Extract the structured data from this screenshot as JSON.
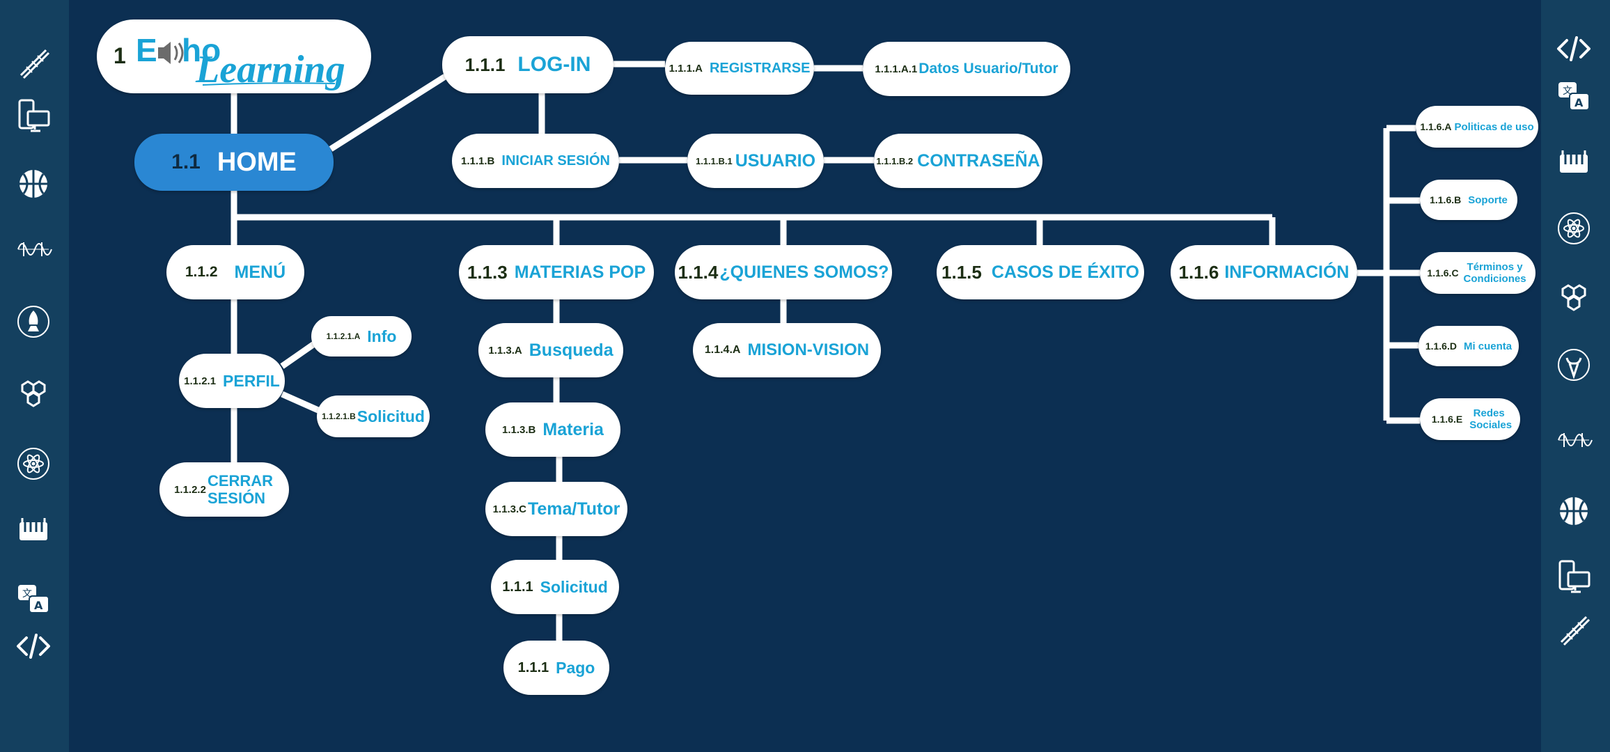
{
  "colors": {
    "background": "#0c2f52",
    "sidebar": "#14405f",
    "node_fill": "#ffffff",
    "node_label": "#1aa3d6",
    "node_code": "#1c2e14",
    "home_fill": "#2a87d3",
    "connector": "#ffffff"
  },
  "logo": {
    "number": "1",
    "text": "EchoLearning"
  },
  "nodes": {
    "home": {
      "code": "1.1",
      "label": "HOME"
    },
    "login": {
      "code": "1.1.1",
      "label": "LOG-IN"
    },
    "registrarse": {
      "code": "1.1.1.A",
      "label": "REGISTRARSE"
    },
    "datos": {
      "code": "1.1.1.A.1",
      "label": "Datos Usuario/Tutor"
    },
    "iniciar": {
      "code": "1.1.1.B",
      "label": "INICIAR SESIÓN"
    },
    "usuario": {
      "code": "1.1.1.B.1",
      "label": "USUARIO"
    },
    "contrasena": {
      "code": "1.1.1.B.2",
      "label": "CONTRASEÑA"
    },
    "menu": {
      "code": "1.1.2",
      "label": "MENÚ"
    },
    "perfil": {
      "code": "1.1.2.1",
      "label": "PERFIL"
    },
    "info": {
      "code": "1.1.2.1.A",
      "label": "Info"
    },
    "solicitud_perfil": {
      "code": "1.1.2.1.B",
      "label": "Solicitud"
    },
    "cerrar": {
      "code": "1.1.2.2",
      "label": "CERRAR SESIÓN"
    },
    "materias": {
      "code": "1.1.3",
      "label": "MATERIAS POP"
    },
    "busqueda": {
      "code": "1.1.3.A",
      "label": "Busqueda"
    },
    "materia": {
      "code": "1.1.3.B",
      "label": "Materia"
    },
    "tema": {
      "code": "1.1.3.C",
      "label": "Tema/Tutor"
    },
    "solicitud_mat": {
      "code": "1.1.1",
      "label": "Solicitud"
    },
    "pago": {
      "code": "1.1.1",
      "label": "Pago"
    },
    "quienes": {
      "code": "1.1.4",
      "label": "¿QUIENES SOMOS?"
    },
    "mision": {
      "code": "1.1.4.A",
      "label": "MISION-VISION"
    },
    "casos": {
      "code": "1.1.5",
      "label": "CASOS DE ÉXITO"
    },
    "informacion": {
      "code": "1.1.6",
      "label": "INFORMACIÓN"
    },
    "politicas": {
      "code": "1.1.6.A",
      "label": "Politicas de uso"
    },
    "soporte": {
      "code": "1.1.6.B",
      "label": "Soporte"
    },
    "terminos": {
      "code": "1.1.6.C",
      "label": "Términos y Condiciones"
    },
    "micuenta": {
      "code": "1.1.6.D",
      "label": "Mi cuenta"
    },
    "redes": {
      "code": "1.1.6.E",
      "label": "Redes Sociales"
    }
  },
  "sidebar_left_icons": [
    "dna-icon",
    "devices-icon",
    "basketball-icon",
    "wave-icon",
    "rocket-icon",
    "hexagons-icon",
    "atom-icon",
    "piano-icon",
    "translate-icon",
    "code-icon"
  ],
  "sidebar_right_icons": [
    "code-icon",
    "translate-icon",
    "piano-icon",
    "atom-icon",
    "hexagons-icon",
    "bull-icon",
    "wave-icon",
    "basketball-icon",
    "devices-icon",
    "dna-icon"
  ]
}
